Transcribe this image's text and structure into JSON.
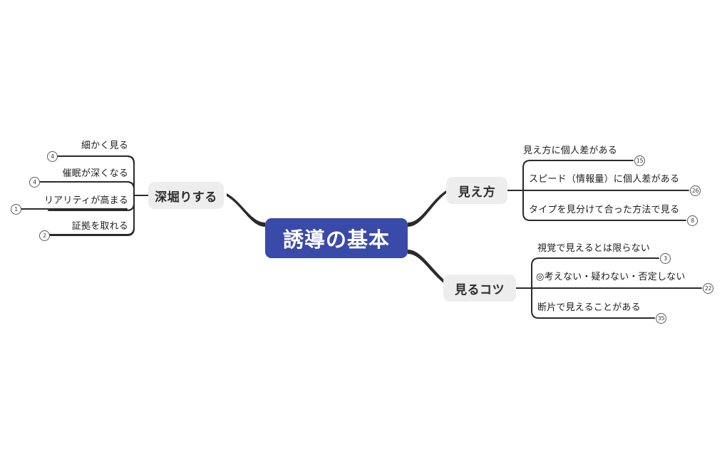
{
  "colors": {
    "background": "#ffffff",
    "root_fill": "#3a4aa8",
    "root_text": "#ffffff",
    "branch_fill": "#ededed",
    "branch_text": "#2d2d2d",
    "line": "#2b2b2b",
    "badge_border": "#5a5a5a",
    "badge_text": "#3c3c3c",
    "leaf_text": "#1c1c1c"
  },
  "root": {
    "label": "誘導の基本"
  },
  "branches": [
    {
      "id": "deep-dive",
      "label": "深堀りする",
      "side": "left",
      "leaves": [
        {
          "label": "細かく見る",
          "count": "4"
        },
        {
          "label": "催眠が深くなる",
          "count": "4"
        },
        {
          "label": "リアリティが高まる",
          "count": "1"
        },
        {
          "label": "証拠を取れる",
          "count": "2"
        }
      ]
    },
    {
      "id": "how-it-looks",
      "label": "見え方",
      "side": "right",
      "leaves": [
        {
          "label": "見え方に個人差がある",
          "count": "15"
        },
        {
          "label": "スピード（情報量）に個人差がある",
          "count": "26"
        },
        {
          "label": "タイプを見分けて合った方法で見る",
          "count": "8"
        }
      ]
    },
    {
      "id": "viewing-tips",
      "label": "見るコツ",
      "side": "right",
      "leaves": [
        {
          "label": "視覚で見えるとは限らない",
          "count": "3"
        },
        {
          "label": "◎考えない・疑わない・否定しない",
          "count": "22"
        },
        {
          "label": "断片で見えることがある",
          "count": "35"
        }
      ]
    }
  ]
}
